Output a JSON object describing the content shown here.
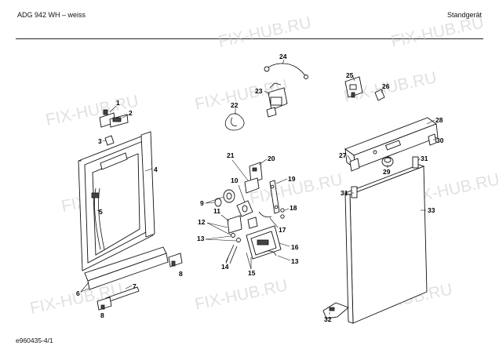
{
  "header": {
    "title": "ADG 942 WH – weiss",
    "variant": "Standgerät"
  },
  "footer": {
    "code": "e960435-4/1"
  },
  "watermark": {
    "text": "FIX-HUB.RU"
  },
  "parts": {
    "p1": "1",
    "p2": "2",
    "p3": "3",
    "p4": "4",
    "p5": "5",
    "p6": "6",
    "p7": "7",
    "p8a": "8",
    "p8b": "8",
    "p9": "9",
    "p10": "10",
    "p11": "11",
    "p12": "12",
    "p13a": "13",
    "p13b": "13",
    "p14": "14",
    "p15": "15",
    "p16": "16",
    "p17": "17",
    "p18": "18",
    "p19": "19",
    "p20": "20",
    "p21": "21",
    "p22": "22",
    "p23": "23",
    "p24": "24",
    "p25": "25",
    "p26": "26",
    "p27": "27",
    "p28": "28",
    "p29": "29",
    "p30": "30",
    "p31a": "31",
    "p31b": "31",
    "p32": "32",
    "p33": "33"
  }
}
